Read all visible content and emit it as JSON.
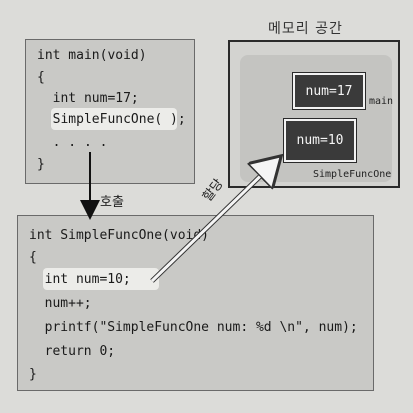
{
  "main_code": {
    "lines": [
      "int main(void)",
      "{",
      "  int num=17;",
      "  SimpleFuncOne( );",
      "  . . . .",
      "}"
    ]
  },
  "func_code": {
    "lines": [
      "int SimpleFuncOne(void)",
      "{",
      "  int num=10;",
      "  num++;",
      "  printf(\"SimpleFuncOne num: %d \\n\", num);",
      "  return 0;",
      "}"
    ]
  },
  "memory": {
    "title": "메모리 공간",
    "main_var": "num=17",
    "main_label": "main",
    "func_var": "num=10",
    "func_label": "SimpleFuncOne"
  },
  "arrows": {
    "call_label": "호출",
    "alloc_label": "할당"
  }
}
